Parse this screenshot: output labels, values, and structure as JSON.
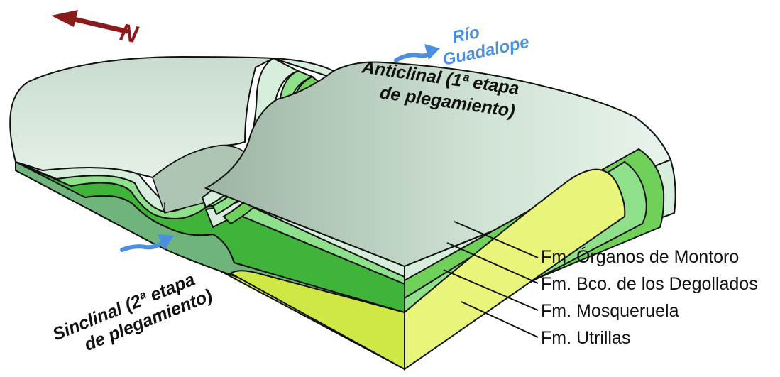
{
  "north": {
    "letter": "N",
    "arrow_color": "#8b1a1a"
  },
  "river": {
    "line1": "Río",
    "line2": "Guadalope",
    "color": "#4a8fe0"
  },
  "anticline": {
    "line1": "Anticlinal  (1ª etapa",
    "line2": "de plegamiento)"
  },
  "syncline": {
    "line1": "Sinclinal  (2ª etapa",
    "line2": "de plegamiento)"
  },
  "legend": {
    "items": [
      {
        "label": "Fm. Órganos de Montoro",
        "color": "#d6eedb"
      },
      {
        "label": "Fm. Bco. de los Degollados",
        "color": "#6fc24a"
      },
      {
        "label": "Fm. Mosqueruela",
        "color": "#8fe08a"
      },
      {
        "label": "Fm. Utrillas",
        "color": "#e8f47a"
      }
    ]
  },
  "colors": {
    "top_surface": "#cfe3d6",
    "surface_shade": "#9fb8a6",
    "layer_light": "#d6eedb",
    "layer_green": "#6fc24a",
    "layer_mid": "#8fe08a",
    "layer_dark": "#5fa86a",
    "layer_yellow": "#e8f47a",
    "layer_lime": "#cfe845"
  }
}
